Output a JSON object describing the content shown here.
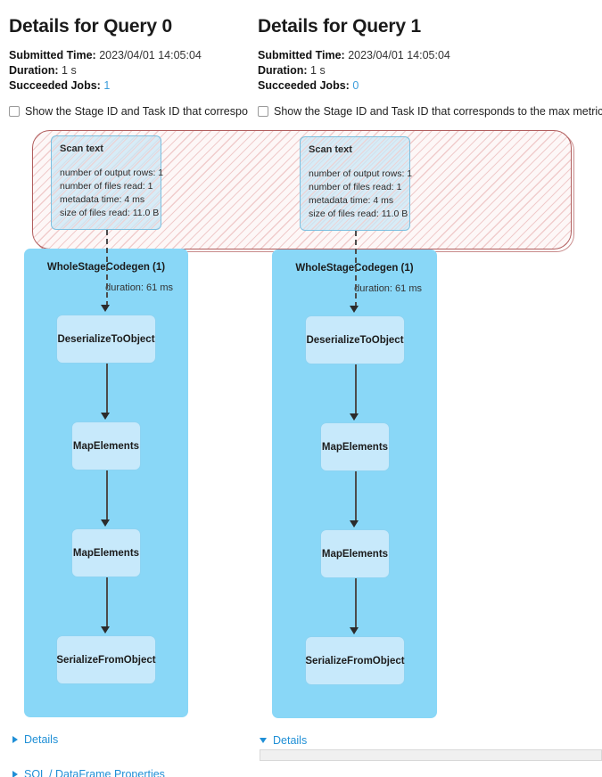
{
  "queries": [
    {
      "title": "Details for Query 0",
      "submitted_time_label": "Submitted Time:",
      "submitted_time_value": "2023/04/01 14:05:04",
      "duration_label": "Duration:",
      "duration_value": "1 s",
      "succeeded_jobs_label": "Succeeded Jobs:",
      "succeeded_jobs_value": "1",
      "checkbox_label": "Show the Stage ID and Task ID that correspo",
      "checkbox_checked": false,
      "details_label": "Details",
      "details_expanded": false,
      "properties_label": "SQL / DataFrame Properties",
      "properties_expanded": false,
      "graph": {
        "scan": {
          "title": "Scan text",
          "metrics": [
            "number of output rows: 1",
            "number of files read: 1",
            "metadata time: 4 ms",
            "size of files read: 11.0 B"
          ]
        },
        "cluster": {
          "title": "WholeStageCodegen (1)",
          "duration": "duration: 61 ms"
        },
        "nodes": [
          "DeserializeToObject",
          "MapElements",
          "MapElements",
          "SerializeFromObject"
        ]
      }
    },
    {
      "title": "Details for Query 1",
      "submitted_time_label": "Submitted Time:",
      "submitted_time_value": "2023/04/01 14:05:04",
      "duration_label": "Duration:",
      "duration_value": "1 s",
      "succeeded_jobs_label": "Succeeded Jobs:",
      "succeeded_jobs_value": "0",
      "checkbox_label": "Show the Stage ID and Task ID that corresponds to the max metric",
      "checkbox_checked": false,
      "details_label": "Details",
      "details_expanded": true,
      "graph": {
        "scan": {
          "title": "Scan text",
          "metrics": [
            "number of output rows: 1",
            "number of files read: 1",
            "metadata time: 4 ms",
            "size of files read: 11.0 B"
          ]
        },
        "cluster": {
          "title": "WholeStageCodegen (1)",
          "duration": "duration: 61 ms"
        },
        "nodes": [
          "DeserializeToObject",
          "MapElements",
          "MapElements",
          "SerializeFromObject"
        ]
      }
    }
  ],
  "colors": {
    "link": "#1f8fd6",
    "metric_link": "#3c9ddb",
    "cluster_fill": "#89d7f7",
    "node_fill": "#c7e9fb",
    "node_border": "#8dd3f2",
    "hatch_border": "#b15e5e",
    "hatch_stripe": "#f0cccc",
    "edge": "#4c4c4c"
  }
}
